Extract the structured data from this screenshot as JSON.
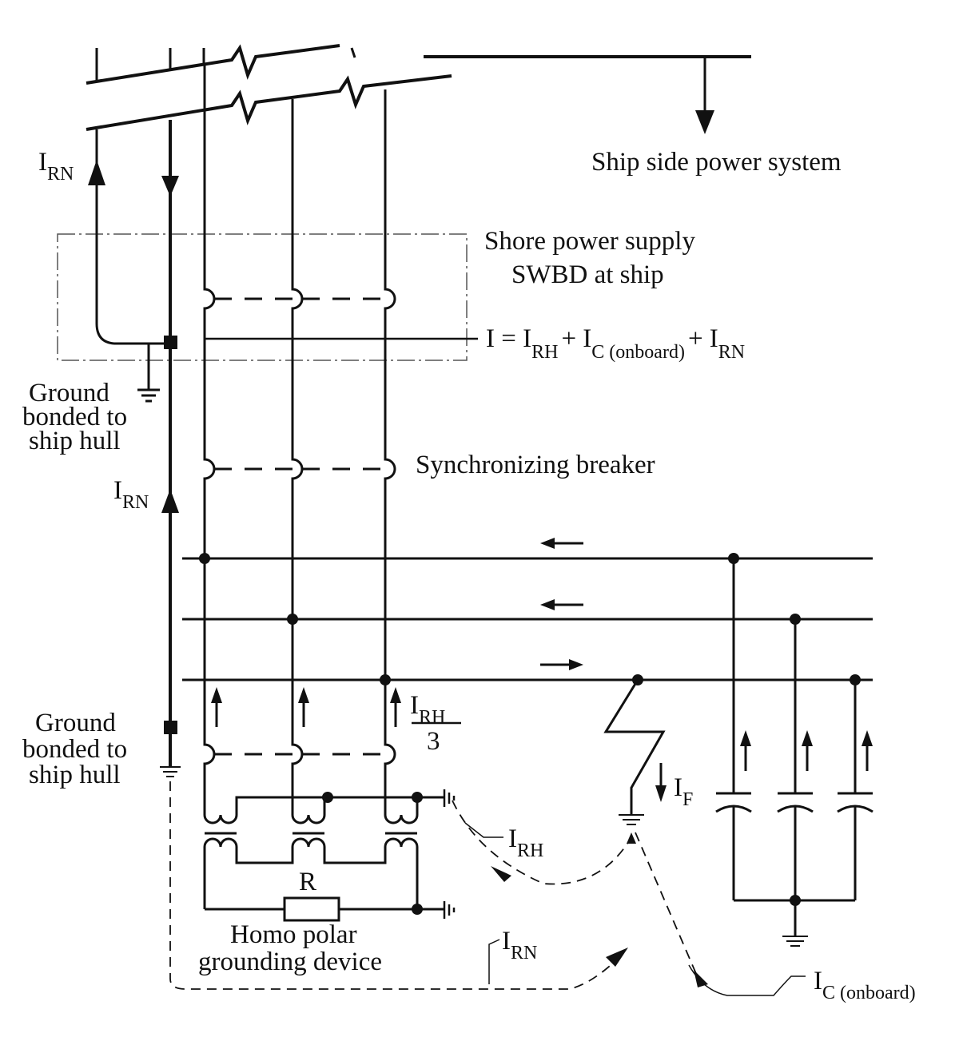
{
  "labels": {
    "ship_side": "Ship side power system",
    "shore_supply_1": "Shore power supply",
    "shore_supply_2": "SWBD at ship",
    "sync_breaker": "Synchronizing breaker",
    "ground_1": "Ground",
    "ground_2": "bonded to",
    "ground_3": "ship hull",
    "resistor": "R",
    "homopolar_1": "Homo polar",
    "homopolar_2": "grounding device"
  },
  "currents": {
    "I": "I",
    "IRN_sub": "RN",
    "IRH_sub": "RH",
    "IF_sub": "F",
    "IC_sub": "C (onboard)",
    "eq_lhs": "I = I",
    "plus": "+ I",
    "frac_den": "3"
  }
}
